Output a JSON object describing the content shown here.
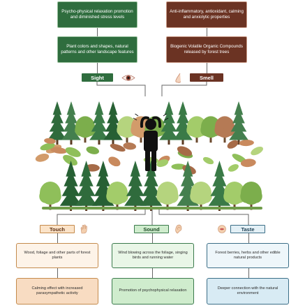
{
  "colors": {
    "sight_green": "#2f6d3e",
    "smell_brown": "#6b3323",
    "touch_border": "#c48a4c",
    "touch_fill": "#fbeee0",
    "sound_border": "#3a7a4c",
    "sound_fill": "#dcf0dc",
    "taste_border": "#3b6e87",
    "taste_fill": "#e3f0f6"
  },
  "sight": {
    "effect": "Psycho-physical relaxation promotion and diminished stress levels",
    "source": "Plant colors and shapes, natural patterns and other landscape features",
    "label": "Sight",
    "icon": "eye-icon"
  },
  "smell": {
    "effect": "Anti-inflammatory, antioxidant, calming and anxiolytic properties",
    "source": "Biogenic Volatile Organic Compounds released by forest trees",
    "label": "Smell",
    "icon": "nose-icon"
  },
  "touch": {
    "label": "Touch",
    "icon": "hand-icon",
    "source": "Wood, foliage and other parts of forest plants",
    "effect": "Calming effect with increased parasympathetic activity"
  },
  "sound": {
    "label": "Sound",
    "icon": "ear-icon",
    "source": "Wind blowing across the foliage, singing birds and running water",
    "effect": "Promotion of psychophysical relaxation"
  },
  "taste": {
    "label": "Taste",
    "icon": "mouth-icon",
    "source": "Forest berries, herbs and other edible natural products",
    "effect": "Deeper connection with the natural environment"
  }
}
